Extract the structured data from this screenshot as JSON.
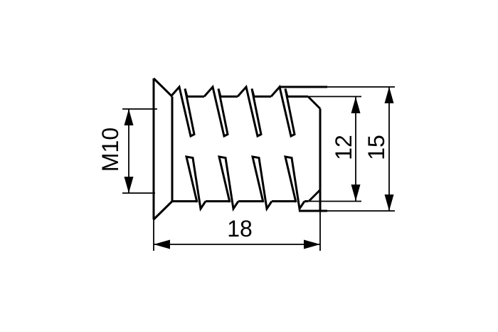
{
  "drawing": {
    "kind": "threaded-insert-side-view",
    "colors": {
      "line": "#000000",
      "background": "#ffffff"
    },
    "dimensions": {
      "thread_size": {
        "label": "M10"
      },
      "core_diameter": {
        "label": "12"
      },
      "outer_diameter": {
        "label": "15"
      },
      "length": {
        "label": "18"
      }
    }
  }
}
